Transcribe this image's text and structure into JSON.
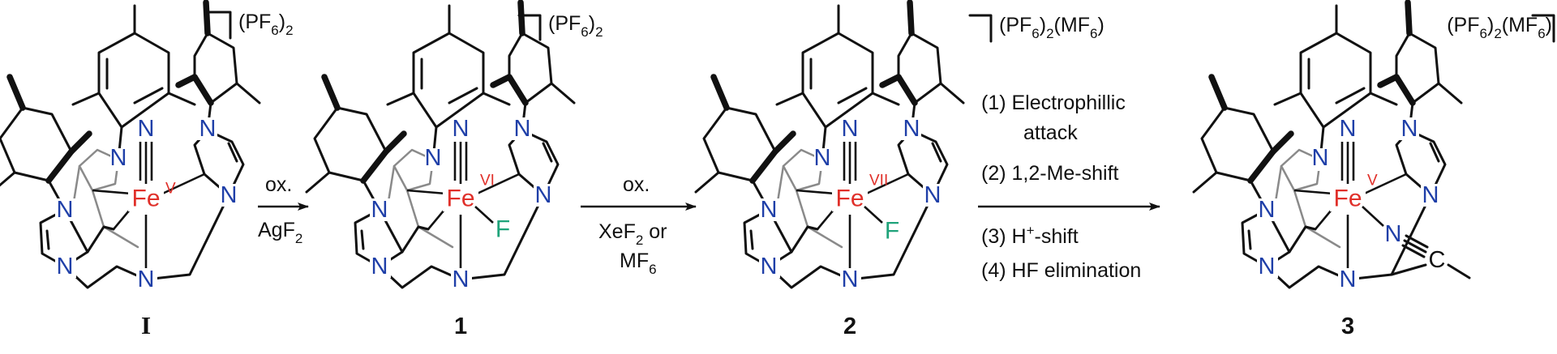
{
  "colors": {
    "nitrogen": "#1f3fa8",
    "iron": "#e0302a",
    "fluorine": "#1fa37a",
    "bond": "#111111"
  },
  "atoms": {
    "N": "N",
    "Fe": "Fe",
    "F": "F",
    "C": "C"
  },
  "compounds": [
    {
      "label": "I",
      "ox_state": "V",
      "counterion": {
        "main": "(PF",
        "sub1": "6",
        "mid": ")",
        "sub2": "2",
        "extra": ""
      },
      "has_F": false,
      "has_acetonitrile": false
    },
    {
      "label": "1",
      "ox_state": "VI",
      "counterion": {
        "main": "(PF",
        "sub1": "6",
        "mid": ")",
        "sub2": "2",
        "extra": ""
      },
      "has_F": true,
      "has_acetonitrile": false
    },
    {
      "label": "2",
      "ox_state": "VII",
      "counterion": {
        "main": "(PF",
        "sub1": "6",
        "mid": ")",
        "sub2": "2",
        "extra": "(MF6)"
      },
      "has_F": true,
      "has_acetonitrile": false
    },
    {
      "label": "3",
      "ox_state": "V",
      "counterion": {
        "main": "(PF",
        "sub1": "6",
        "mid": ")",
        "sub2": "2",
        "extra": "(MF6)"
      },
      "has_F": false,
      "has_acetonitrile": true
    }
  ],
  "counterion_extra": {
    "open": "(MF",
    "sub": "6",
    "close": ")"
  },
  "arrows": [
    {
      "above": "ox.",
      "below_main": "AgF",
      "below_sub": "2",
      "below_line2": ""
    },
    {
      "above": "ox.",
      "below_main": "XeF",
      "below_sub": "2",
      "below_tail": " or",
      "below_line2_main": "MF",
      "below_line2_sub": "6"
    }
  ],
  "mechanism_steps": [
    {
      "line1": "(1) Electrophillic",
      "line2": "attack"
    },
    {
      "line1": "(2) 1,2-Me-shift"
    },
    {
      "line1_pre": "(3) H",
      "line1_sup": "+",
      "line1_post": "-shift"
    },
    {
      "line1": "(4) HF elimination"
    }
  ]
}
